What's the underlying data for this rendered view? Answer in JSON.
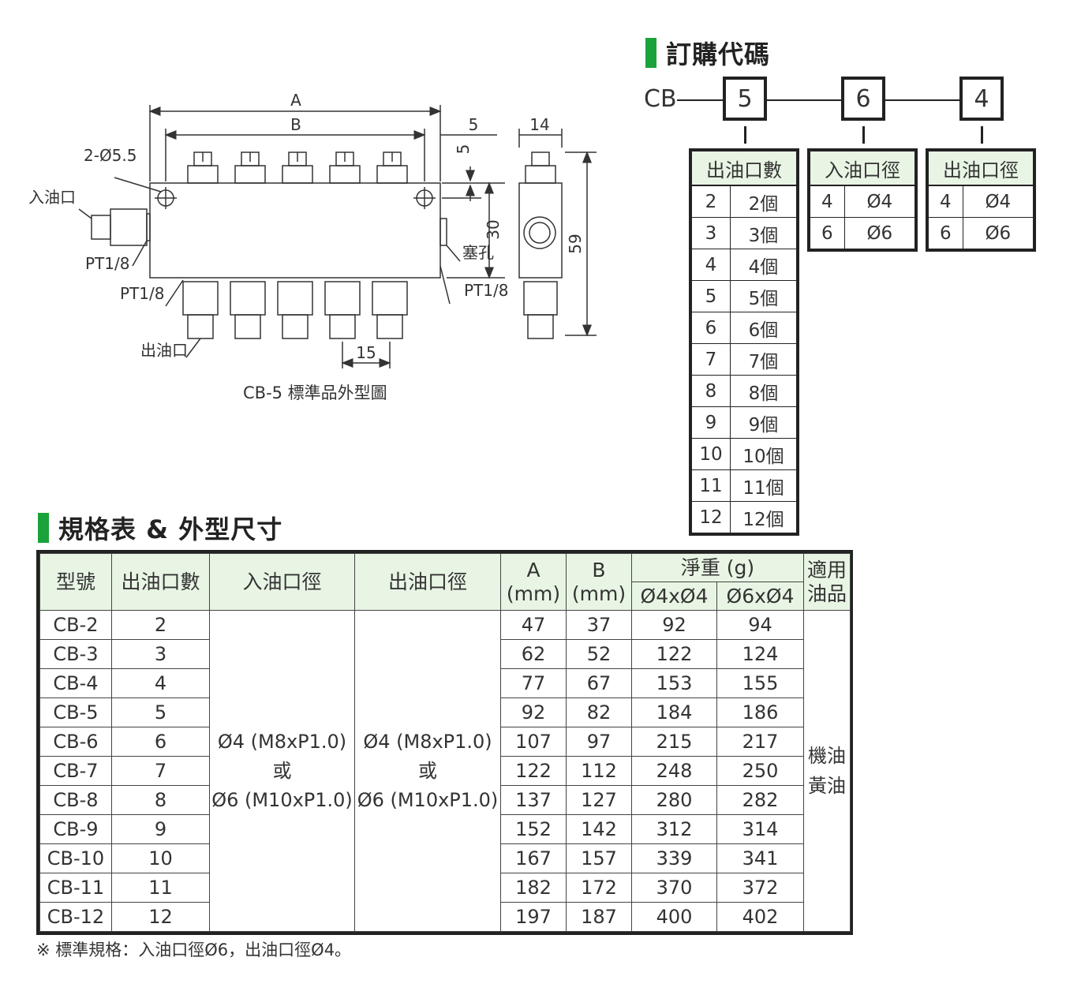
{
  "order_section": {
    "title": "訂購代碼"
  },
  "order_code": {
    "prefix": "CB",
    "boxes": [
      "5",
      "6",
      "4"
    ],
    "outlet_count": {
      "header": "出油口數",
      "rows": [
        [
          "2",
          "2個"
        ],
        [
          "3",
          "3個"
        ],
        [
          "4",
          "4個"
        ],
        [
          "5",
          "5個"
        ],
        [
          "6",
          "6個"
        ],
        [
          "7",
          "7個"
        ],
        [
          "8",
          "8個"
        ],
        [
          "9",
          "9個"
        ],
        [
          "10",
          "10個"
        ],
        [
          "11",
          "11個"
        ],
        [
          "12",
          "12個"
        ]
      ]
    },
    "inlet_dia": {
      "header": "入油口徑",
      "rows": [
        [
          "4",
          "Ø4"
        ],
        [
          "6",
          "Ø6"
        ]
      ]
    },
    "outlet_dia": {
      "header": "出油口徑",
      "rows": [
        [
          "4",
          "Ø4"
        ],
        [
          "6",
          "Ø6"
        ]
      ]
    }
  },
  "drawing": {
    "dim_A": "A",
    "dim_B": "B",
    "dim_5_top": "5",
    "dim_5_side": "5",
    "dim_14": "14",
    "dim_30": "30",
    "dim_59": "59",
    "dim_15": "15",
    "hole": "2-Ø5.5",
    "inlet": "入油口",
    "pt_left": "PT1/8",
    "pt_left2": "PT1/8",
    "pt_right": "PT1/8",
    "plug": "塞孔",
    "outlet": "出油口",
    "caption": "CB-5 標準品外型圖"
  },
  "spec_section": {
    "title": "規格表 & 外型尺寸"
  },
  "spec_table": {
    "headers": {
      "model": "型號",
      "outlets": "出油口數",
      "inlet": "入油口徑",
      "outlet": "出油口徑",
      "a": "A",
      "a_unit": "(mm)",
      "b": "B",
      "b_unit": "(mm)",
      "weight": "淨重 (g)",
      "w1": "Ø4xØ4",
      "w2": "Ø6xØ4",
      "oil_1": "適用",
      "oil_2": "油品"
    },
    "rows": [
      {
        "model": "CB-2",
        "outlets": "2",
        "a": "47",
        "b": "37",
        "w1": "92",
        "w2": "94"
      },
      {
        "model": "CB-3",
        "outlets": "3",
        "a": "62",
        "b": "52",
        "w1": "122",
        "w2": "124"
      },
      {
        "model": "CB-4",
        "outlets": "4",
        "a": "77",
        "b": "67",
        "w1": "153",
        "w2": "155"
      },
      {
        "model": "CB-5",
        "outlets": "5",
        "a": "92",
        "b": "82",
        "w1": "184",
        "w2": "186"
      },
      {
        "model": "CB-6",
        "outlets": "6",
        "a": "107",
        "b": "97",
        "w1": "215",
        "w2": "217"
      },
      {
        "model": "CB-7",
        "outlets": "7",
        "a": "122",
        "b": "112",
        "w1": "248",
        "w2": "250"
      },
      {
        "model": "CB-8",
        "outlets": "8",
        "a": "137",
        "b": "127",
        "w1": "280",
        "w2": "282"
      },
      {
        "model": "CB-9",
        "outlets": "9",
        "a": "152",
        "b": "142",
        "w1": "312",
        "w2": "314"
      },
      {
        "model": "CB-10",
        "outlets": "10",
        "a": "167",
        "b": "157",
        "w1": "339",
        "w2": "341"
      },
      {
        "model": "CB-11",
        "outlets": "11",
        "a": "182",
        "b": "172",
        "w1": "370",
        "w2": "372"
      },
      {
        "model": "CB-12",
        "outlets": "12",
        "a": "197",
        "b": "187",
        "w1": "400",
        "w2": "402"
      }
    ],
    "inlet_merged": [
      "Ø4 (M8xP1.0)",
      "或",
      "Ø6 (M10xP1.0)"
    ],
    "outlet_merged": [
      "Ø4 (M8xP1.0)",
      "或",
      "Ø6 (M10xP1.0)"
    ],
    "oil_merged": [
      "機油",
      "黃油"
    ]
  },
  "footnote": "※ 標準規格：入油口徑Ø6，出油口徑Ø4。",
  "colors": {
    "accent": "#1aa33a",
    "header_bg": "#e8f5e4",
    "line": "#222222"
  }
}
